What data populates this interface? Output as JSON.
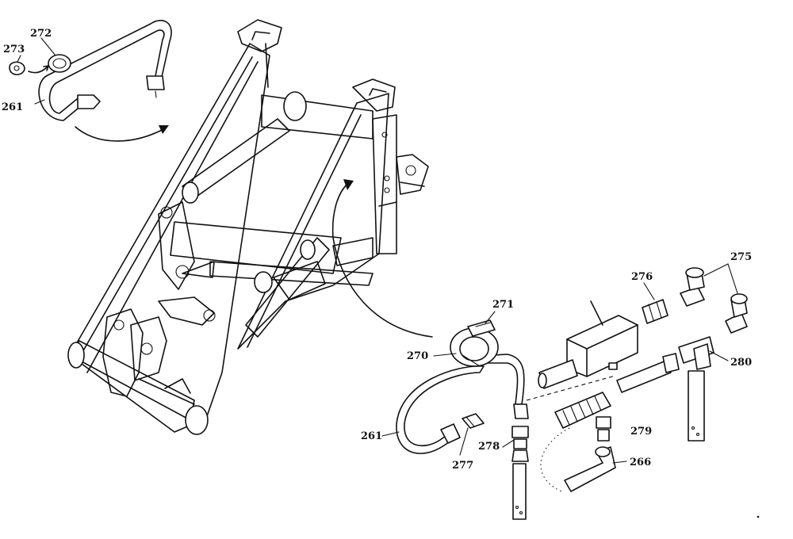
{
  "diagram": {
    "callouts": [
      {
        "id": "c272",
        "text": "272"
      },
      {
        "id": "c273",
        "text": "273"
      },
      {
        "id": "c261a",
        "text": "261"
      },
      {
        "id": "c271",
        "text": "271"
      },
      {
        "id": "c270",
        "text": "270"
      },
      {
        "id": "c276",
        "text": "276"
      },
      {
        "id": "c275",
        "text": "275"
      },
      {
        "id": "c280",
        "text": "280"
      },
      {
        "id": "c261b",
        "text": "261"
      },
      {
        "id": "c277",
        "text": "277"
      },
      {
        "id": "c278",
        "text": "278"
      },
      {
        "id": "c279",
        "text": "279"
      },
      {
        "id": "c266",
        "text": "266"
      }
    ]
  }
}
